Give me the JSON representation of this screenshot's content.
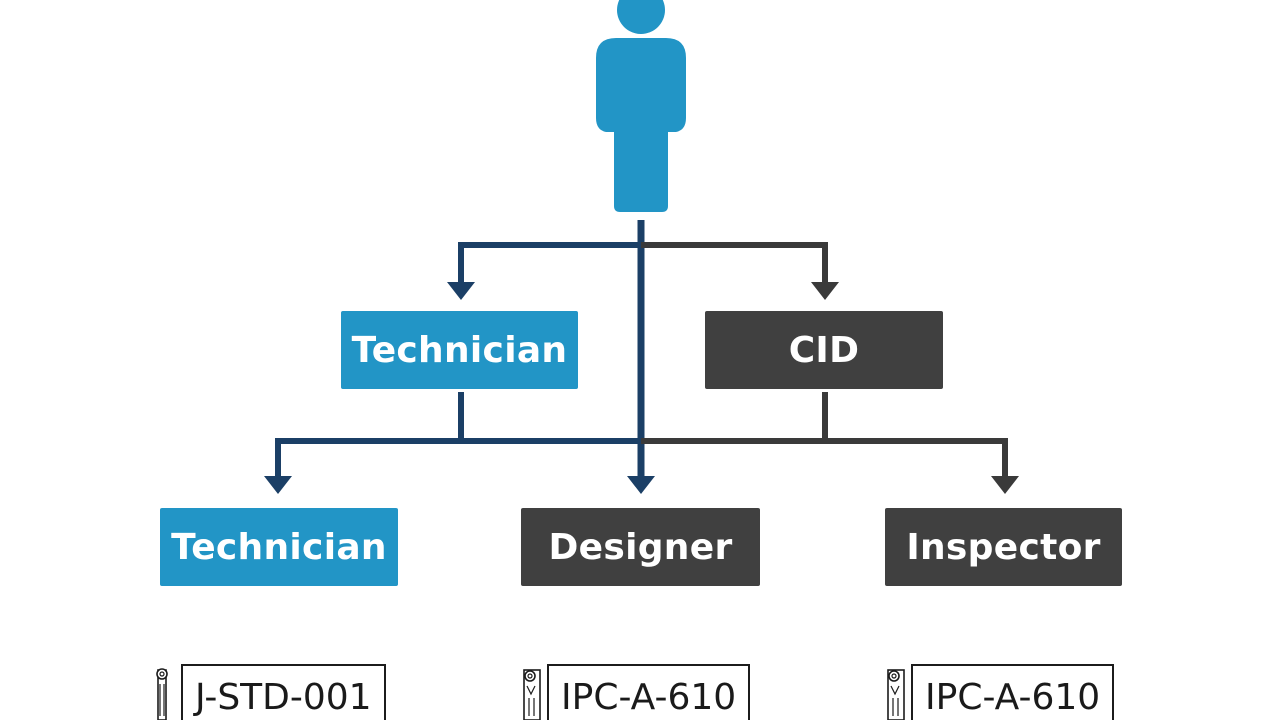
{
  "colors": {
    "accent_blue": "#2295c6",
    "dark_box": "#404040",
    "line_blue": "#1b3f66",
    "line_dark": "#3a3a3a"
  },
  "nodes": {
    "technician_top": "Technician",
    "cid": "CID",
    "technician_bottom": "Technician",
    "designer": "Designer",
    "inspector": "Inspector"
  },
  "standards": [
    {
      "label": "J-STD-001",
      "icon": "document-stamp-icon"
    },
    {
      "label": "IPC-A-610",
      "icon": "document-stamp-icon"
    },
    {
      "label": "IPC-A-610",
      "icon": "document-stamp-icon"
    }
  ],
  "icons": {
    "top": "person-icon"
  }
}
